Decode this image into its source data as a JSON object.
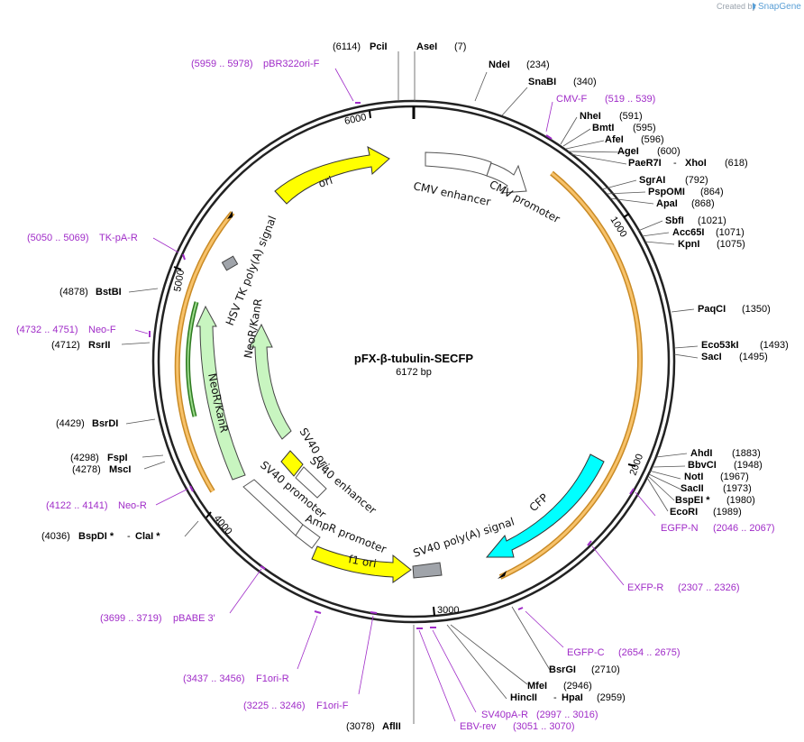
{
  "credit": "Created by",
  "brand": "SnapGene",
  "plasmid": {
    "name": "pFX-β-tubulin-SECFP",
    "size": "6172 bp"
  },
  "ticks": [
    "1000",
    "2000",
    "3000",
    "4000",
    "5000",
    "6000"
  ],
  "features": {
    "cmv_enhancer": "CMV enhancer",
    "cmv_promoter": "CMV promoter",
    "ori": "ori",
    "hsv_tk": "HSV TK poly(A) signal",
    "neo_outer": "NeoR/KanR",
    "neo_inner": "NeoR/KanR",
    "sv40_ori": "SV40 ori",
    "sv40_enh": "SV40 enhancer",
    "sv40_prom": "SV40 promoter",
    "ampr_prom": "AmpR promoter",
    "f1_ori": "f1 ori",
    "sv40_pa": "SV40 poly(A) signal",
    "cfp": "CFP"
  },
  "sites": {
    "pcii": {
      "pos": "(6114)",
      "name": "PciI"
    },
    "asei": {
      "name": "AseI",
      "pos": "(7)"
    },
    "ndei": {
      "name": "NdeI",
      "pos": "(234)"
    },
    "snabi": {
      "name": "SnaBI",
      "pos": "(340)"
    },
    "nhei": {
      "name": "NheI",
      "pos": "(591)"
    },
    "bmti": {
      "name": "BmtI",
      "pos": "(595)"
    },
    "afei": {
      "name": "AfeI",
      "pos": "(596)"
    },
    "agei": {
      "name": "AgeI",
      "pos": "(600)"
    },
    "paer7i": {
      "name": "PaeR7I",
      "sep": "-",
      "name2": "XhoI",
      "pos": "(618)"
    },
    "sgrai": {
      "name": "SgrAI",
      "pos": "(792)"
    },
    "pspomi": {
      "name": "PspOMI",
      "pos": "(864)"
    },
    "apai": {
      "name": "ApaI",
      "pos": "(868)"
    },
    "sbfi": {
      "name": "SbfI",
      "pos": "(1021)"
    },
    "acc65i": {
      "name": "Acc65I",
      "pos": "(1071)"
    },
    "kpni": {
      "name": "KpnI",
      "pos": "(1075)"
    },
    "paqci": {
      "name": "PaqCI",
      "pos": "(1350)"
    },
    "eco53ki": {
      "name": "Eco53kI",
      "pos": "(1493)"
    },
    "saci": {
      "name": "SacI",
      "pos": "(1495)"
    },
    "ahdi": {
      "name": "AhdI",
      "pos": "(1883)"
    },
    "bbvci": {
      "name": "BbvCI",
      "pos": "(1948)"
    },
    "noti": {
      "name": "NotI",
      "pos": "(1967)"
    },
    "sacii": {
      "name": "SacII",
      "pos": "(1973)"
    },
    "bspei": {
      "name": "BspEI *",
      "pos": "(1980)"
    },
    "ecori": {
      "name": "EcoRI",
      "pos": "(1989)"
    },
    "bsrgi": {
      "name": "BsrGI",
      "pos": "(2710)"
    },
    "mfei": {
      "name": "MfeI",
      "pos": "(2946)"
    },
    "hincii": {
      "name": "HincII",
      "sep": "-",
      "name2": "HpaI",
      "pos": "(2959)"
    },
    "aflii": {
      "pos": "(3078)",
      "name": "AflII"
    },
    "bspdi": {
      "pos": "(4036)",
      "name": "BspDI *",
      "sep": "-",
      "name2": "ClaI *"
    },
    "msci": {
      "pos": "(4278)",
      "name": "MscI"
    },
    "fspi": {
      "pos": "(4298)",
      "name": "FspI"
    },
    "bsrdi": {
      "pos": "(4429)",
      "name": "BsrDI"
    },
    "rsrii": {
      "pos": "(4712)",
      "name": "RsrII"
    },
    "bstbi": {
      "pos": "(4878)",
      "name": "BstBI"
    }
  },
  "primers": {
    "pbr322": {
      "range": "(5959 .. 5978)",
      "name": "pBR322ori-F"
    },
    "cmvf": {
      "name": "CMV-F",
      "range": "(519 .. 539)"
    },
    "tkpa": {
      "range": "(5050 .. 5069)",
      "name": "TK-pA-R"
    },
    "neof": {
      "range": "(4732 .. 4751)",
      "name": "Neo-F"
    },
    "neor": {
      "range": "(4122 .. 4141)",
      "name": "Neo-R"
    },
    "egfpn": {
      "name": "EGFP-N",
      "range": "(2046 .. 2067)"
    },
    "exfpr": {
      "name": "EXFP-R",
      "range": "(2307 .. 2326)"
    },
    "egfpc": {
      "name": "EGFP-C",
      "range": "(2654 .. 2675)"
    },
    "pbabe": {
      "range": "(3699 .. 3719)",
      "name": "pBABE 3'"
    },
    "f1orir": {
      "range": "(3437 .. 3456)",
      "name": "F1ori-R"
    },
    "f1orif": {
      "range": "(3225 .. 3246)",
      "name": "F1ori-F"
    },
    "sv40par": {
      "name": "SV40pA-R",
      "range": "(2997 .. 3016)"
    },
    "ebvrev": {
      "name": "EBV-rev",
      "range": "(3051 .. 3070)"
    }
  },
  "colors": {
    "backbone": "#222222",
    "ori": "#ffff00",
    "neo": "#c8f5c0",
    "cfp": "#00ffff",
    "orange": "#f5b347",
    "gray_block": "#a0a4aa",
    "primer": "#a02cc8",
    "white_feature": "#ffffff"
  }
}
